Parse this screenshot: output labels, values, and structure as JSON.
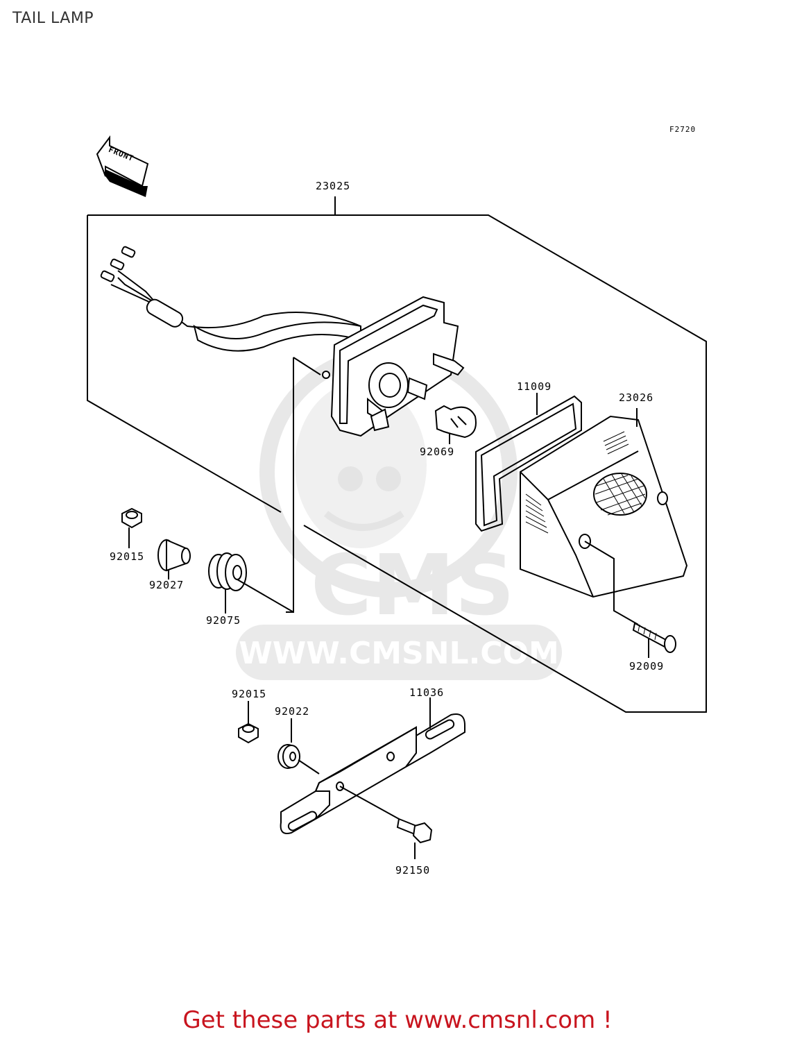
{
  "page": {
    "title": "TAIL LAMP"
  },
  "figure_code": "F2720",
  "front_arrow": {
    "label": "FRONT",
    "icon": "front-arrow-icon"
  },
  "parts": {
    "p23025": "23025",
    "p11009": "11009",
    "p23026": "23026",
    "p92069": "92069",
    "p92015a": "92015",
    "p92027": "92027",
    "p92075": "92075",
    "p92009": "92009",
    "p92015b": "92015",
    "p92022": "92022",
    "p11036": "11036",
    "p92150": "92150"
  },
  "watermark": {
    "brand": "CMS",
    "url": "WWW.CMSNL.COM"
  },
  "footer": {
    "text": "Get these parts at www.cmsnl.com !",
    "color": "#c8141e"
  }
}
